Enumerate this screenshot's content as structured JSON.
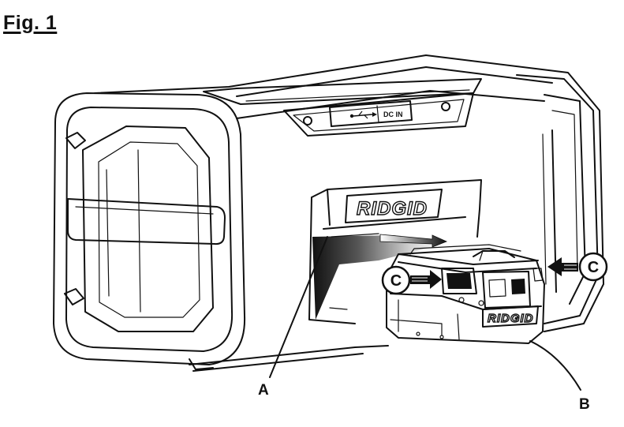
{
  "figure": {
    "title": "Fig. 1"
  },
  "device": {
    "brand_top": "RIDGID",
    "brand_battery": "RIDGID",
    "port_label": "DC IN",
    "usb_icon": "usb-icon"
  },
  "callouts": {
    "a": "A",
    "b": "B",
    "c_left": "C",
    "c_right": "C"
  }
}
